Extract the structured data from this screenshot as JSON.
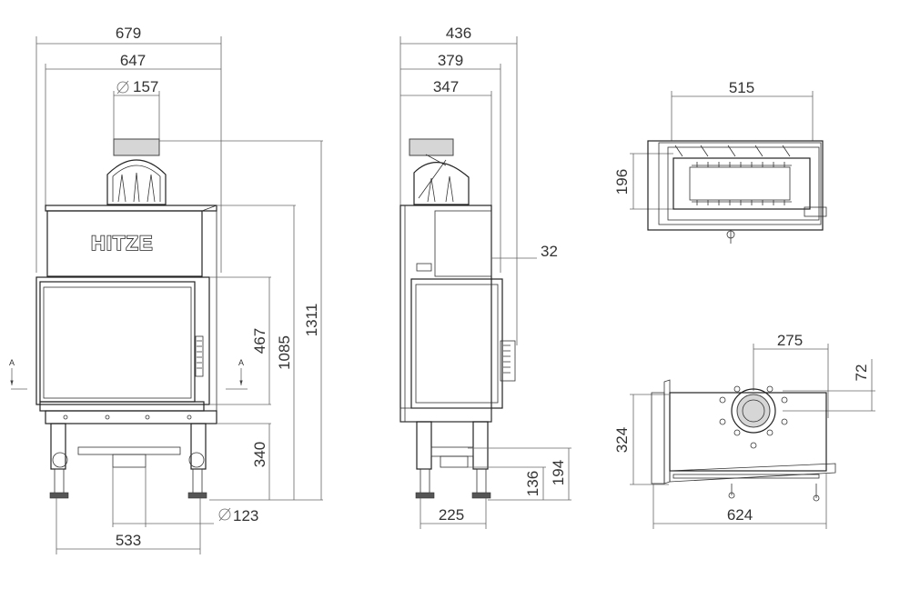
{
  "front_view": {
    "brand_logo": "HITZE",
    "section_marker": "A",
    "dims": {
      "overall_width": "679",
      "body_width": "647",
      "flue_diameter": "157",
      "height_overall": "1311",
      "height_body": "1085",
      "height_glass": "467",
      "height_legs": "340",
      "air_inlet_diameter": "123",
      "legs_span": "533"
    }
  },
  "side_view": {
    "dims": {
      "overall_depth": "436",
      "depth_body": "379",
      "depth_flue": "347",
      "handle_offset": "32",
      "legs_depth": "225",
      "air_height_1": "136",
      "air_height_2": "194"
    }
  },
  "top_view": {
    "dims": {
      "width": "515",
      "depth": "196"
    }
  },
  "bottom_view": {
    "dims": {
      "flue_width": "275",
      "flue_offset": "72",
      "depth": "324",
      "width": "624"
    }
  },
  "colors": {
    "line": "#222222",
    "dimension_line": "#666666",
    "flue_fill": "#d6d6d6"
  }
}
